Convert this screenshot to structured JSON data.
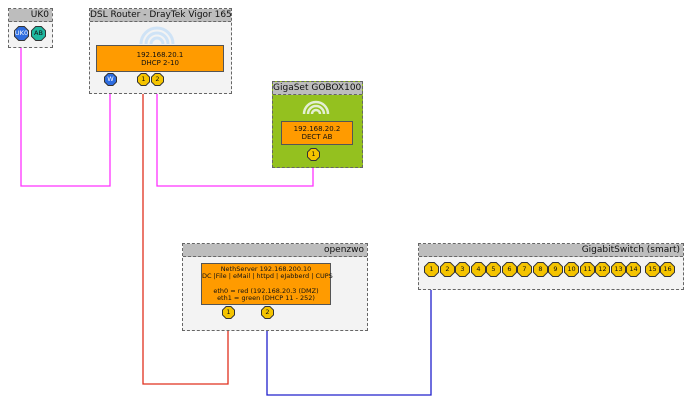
{
  "uk0_box": {
    "title": "UK0",
    "ports": [
      "UK0",
      "AB"
    ]
  },
  "router": {
    "title": "DSL Router - DrayTek Vigor 165",
    "ip": "192.168.20.1",
    "dhcp": "DHCP 2-10",
    "ports": [
      "W",
      "1",
      "2"
    ]
  },
  "gigaset": {
    "title": "GigaSet GOBOX100",
    "ip": "192.168.20.2",
    "desc": "DECT AB",
    "ports": [
      "1"
    ]
  },
  "openzwo": {
    "title": "openzwo",
    "lines": [
      "NethServer 192.168.200.10",
      "DC |File | eMail | httpd | eJabberd | CUPS",
      "",
      "eth0 = red (192.168.20.3 (DMZ)",
      "eth1 = green (DHCP 11 - 252)"
    ],
    "ports": [
      "1",
      "2"
    ]
  },
  "switch": {
    "title": "GigabitSwitch (smart)",
    "ports": [
      "1",
      "2",
      "3",
      "4",
      "5",
      "6",
      "7",
      "8",
      "9",
      "10",
      "11",
      "12",
      "13",
      "14",
      "15",
      "16"
    ]
  },
  "colors": {
    "magenta": "#ff33ff",
    "red": "#e0301e",
    "blue": "#2020cc",
    "orange": "#ff9b00",
    "green": "#94c11f"
  }
}
